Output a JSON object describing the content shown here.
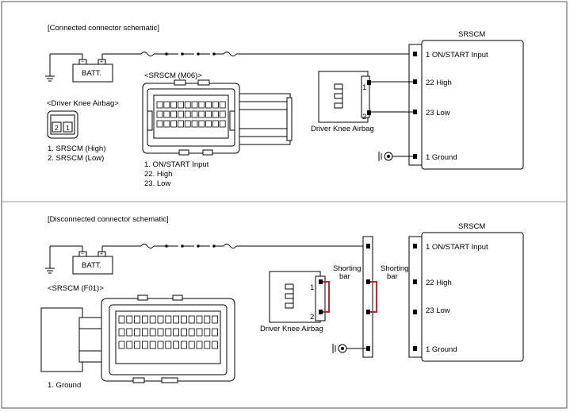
{
  "connected": {
    "title": "[Connected connector schematic]",
    "module": "SRSCM",
    "battery": "BATT.",
    "connector_label": "<SRSCM (M06)>",
    "airbag_connector_label": "<Driver Knee Airbag>",
    "airbag_pins": [
      "2",
      "1"
    ],
    "airbag_pin_list": [
      "1. SRSCM (High)",
      "2. SRSCM (Low)"
    ],
    "srscm_pin_list": [
      "1. ON/START Input",
      "22. High",
      "23. Low"
    ],
    "component": "Driver Knee Airbag",
    "component_pins": [
      "1",
      "2"
    ],
    "module_pins": [
      "1 ON/START Input",
      "22 High",
      "23 Low",
      "1 Ground"
    ]
  },
  "disconnected": {
    "title": "[Disconnected connector schematic]",
    "module": "SRSCM",
    "battery": "BATT.",
    "connector_label": "<SRSCM (F01)>",
    "connector_pin_list": [
      "1. Ground"
    ],
    "component": "Driver Knee Airbag",
    "component_pins": [
      "1",
      "2"
    ],
    "shorting_bar_left": [
      "Shorting",
      "bar"
    ],
    "shorting_bar_right": [
      "Shorting",
      "bar"
    ],
    "module_pins": [
      "1 ON/START Input",
      "22 High",
      "23 Low",
      "1 Ground"
    ]
  },
  "colors": {
    "shorting_bar": "#d42020",
    "line": "#000000"
  }
}
